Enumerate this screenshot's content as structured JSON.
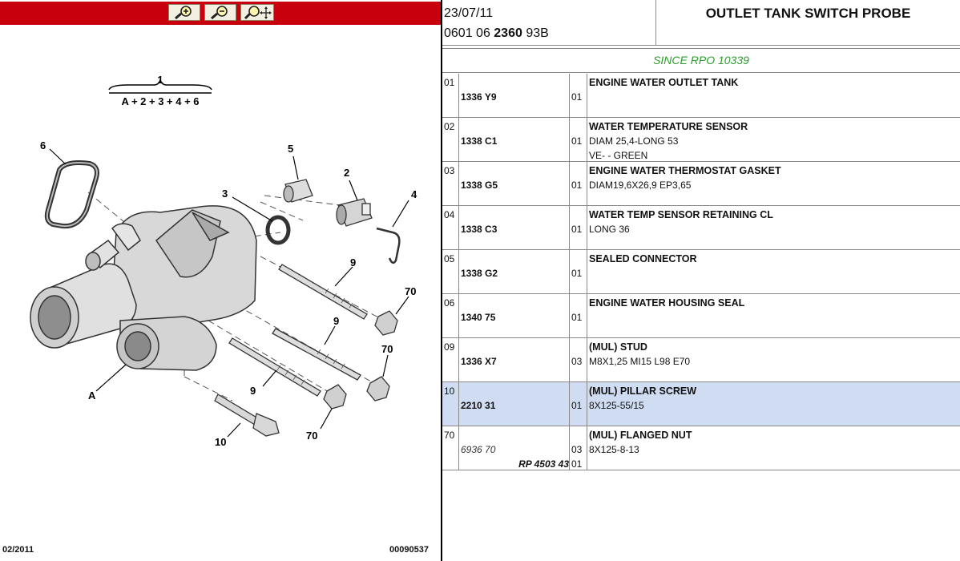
{
  "toolbar": {
    "zoom_in": "zoom-in-icon",
    "zoom_out": "zoom-out-icon",
    "zoom_pan": "zoom-pan-icon"
  },
  "diagram": {
    "assembly_number": "1",
    "assembly_formula": "A + 2 + 3 + 4 + 6",
    "callouts": {
      "c6": "6",
      "c5": "5",
      "c3": "3",
      "c2": "2",
      "c4": "4",
      "c9a": "9",
      "c9b": "9",
      "c9c": "9",
      "c70a": "70",
      "c70b": "70",
      "c70c": "70",
      "cA": "A",
      "c10": "10"
    }
  },
  "footer": {
    "date": "02/2011",
    "ref": "00090537"
  },
  "header": {
    "date": "23/07/11",
    "code_prefix": "0601 06 ",
    "code_bold": "2360",
    "code_suffix": " 93B",
    "title": "OUTLET TANK SWITCH PROBE"
  },
  "since": "SINCE RPO 10339",
  "rows": [
    {
      "idx": "01",
      "part": "1336 Y9",
      "qty": "01",
      "name": "ENGINE WATER OUTLET TANK",
      "d1": "",
      "d2": ""
    },
    {
      "idx": "02",
      "part": "1338 C1",
      "qty": "01",
      "name": "WATER TEMPERATURE SENSOR",
      "d1": "DIAM 25,4-LONG 53",
      "d2": "VE- - GREEN"
    },
    {
      "idx": "03",
      "part": "1338 G5",
      "qty": "01",
      "name": "ENGINE WATER THERMOSTAT GASKET",
      "d1": "DIAM19,6X26,9 EP3,65",
      "d2": ""
    },
    {
      "idx": "04",
      "part": "1338 C3",
      "qty": "01",
      "name": "WATER TEMP SENSOR RETAINING CL",
      "d1": "LONG 36",
      "d2": ""
    },
    {
      "idx": "05",
      "part": "1338 G2",
      "qty": "01",
      "name": "SEALED CONNECTOR",
      "d1": "",
      "d2": ""
    },
    {
      "idx": "06",
      "part": "1340 75",
      "qty": "01",
      "name": "ENGINE WATER HOUSING SEAL",
      "d1": "",
      "d2": ""
    },
    {
      "idx": "09",
      "part": "1336 X7",
      "qty": "03",
      "name": "(MUL) STUD",
      "d1": "M8X1,25 MI15 L98 E70",
      "d2": ""
    },
    {
      "idx": "10",
      "part": "2210 31",
      "qty": "01",
      "name": "(MUL) PILLAR SCREW",
      "d1": "8X125-55/15",
      "d2": ""
    },
    {
      "idx": "70",
      "part": "6936 70",
      "rp": "RP 4503 43",
      "qty": "03",
      "qty2": "01",
      "name": "(MUL) FLANGED NUT",
      "d1": "8X125-8-13",
      "d2": ""
    }
  ],
  "colors": {
    "toolbar": "#c8000e",
    "since_text": "#2e9c2e",
    "selected_row": "#cfdcf2"
  }
}
